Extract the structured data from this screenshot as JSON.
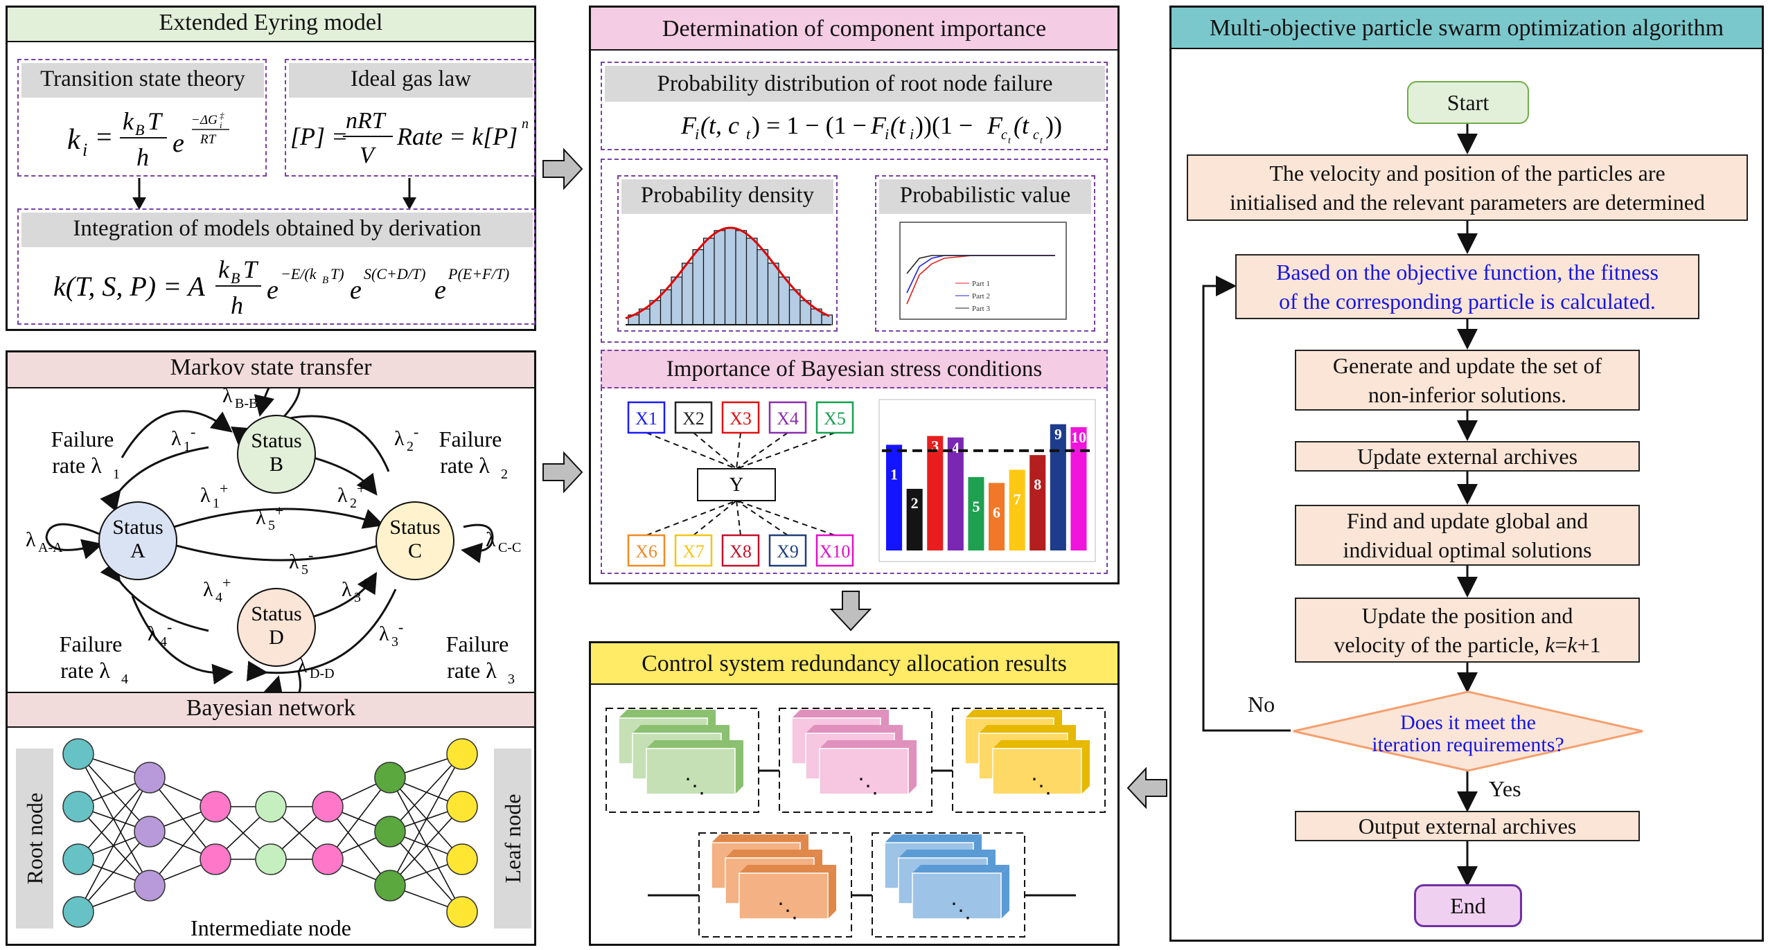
{
  "eyring": {
    "title": "Extended Eyring model",
    "transition_label": "Transition state theory",
    "ideal_gas_label": "Ideal gas law",
    "integration_label": "Integration of models obtained by derivation",
    "formula_k": "k",
    "formula_i": "i",
    "formula_frac_top": "k",
    "formula_frac_top_sub": "B",
    "formula_frac_top_T": "T",
    "formula_frac_bottom": "h",
    "formula_exp_e": "e",
    "formula_exp": "ΔG",
    "formula_exp_den": "RT",
    "gas_P": "[P] =",
    "gas_num": "nRT",
    "gas_den": "V",
    "gas_rate": "Rate = k[P]",
    "gas_n": "n",
    "integ_left": "k(T, S, P) = A",
    "integ_e1": "−E/(k",
    "integ_e1b": "B",
    "integ_e1c": "T)",
    "integ_e2": "S(C+D/T)",
    "integ_e3": "P(E+F/T)"
  },
  "markov": {
    "title": "Markov state transfer",
    "status_a": [
      "Status",
      "A"
    ],
    "status_b": [
      "Status",
      "B"
    ],
    "status_c": [
      "Status",
      "C"
    ],
    "status_d": [
      "Status",
      "D"
    ],
    "failure_rate_1": [
      "Failure",
      "rate λ"
    ],
    "failure_rate_2": [
      "Failure",
      "rate λ"
    ],
    "failure_rate_3": [
      "Failure",
      "rate λ"
    ],
    "failure_rate_4": [
      "Failure",
      "rate λ"
    ],
    "sub1": "1",
    "sub2": "2",
    "sub3": "3",
    "sub4": "4",
    "sub5": "5",
    "lam": "λ",
    "bb": "B-B",
    "aa": "A-A",
    "cc": "C-C",
    "dd": "D-D",
    "plus": "+",
    "minus": "-"
  },
  "bayesian_net": {
    "title": "Bayesian network",
    "root_node": "Root node",
    "leaf_node": "Leaf node",
    "intermediate_node": "Intermediate node"
  },
  "importance": {
    "title": "Determination of component importance",
    "prob_dist_label": "Probability distribution of root node failure",
    "formula": "F",
    "prob_density": "Probability density",
    "prob_value": "Probabilistic value",
    "legend": [
      "Part 1",
      "Part 2",
      "Part 3"
    ],
    "bayes_stress": "Importance of Bayesian stress conditions",
    "x_top": [
      "X1",
      "X2",
      "X3",
      "X4",
      "X5"
    ],
    "x_bottom": [
      "X6",
      "X7",
      "X8",
      "X9",
      "X10"
    ],
    "x_top_colors": [
      "#1a1aff",
      "#222222",
      "#e01010",
      "#8a2bb0",
      "#14a050"
    ],
    "x_bottom_colors": [
      "#f08a24",
      "#f5c518",
      "#c0102a",
      "#1f3f7a",
      "#e010c8"
    ],
    "y_label": "Y"
  },
  "chart_data": {
    "type": "bar",
    "categories": [
      "1",
      "2",
      "3",
      "4",
      "5",
      "6",
      "7",
      "8",
      "9",
      "10"
    ],
    "values": [
      0.72,
      0.42,
      0.78,
      0.77,
      0.5,
      0.46,
      0.55,
      0.65,
      0.86,
      0.84
    ],
    "threshold": 0.68,
    "colors": [
      "#1414ff",
      "#141414",
      "#e81e1e",
      "#7a28b4",
      "#1ea050",
      "#f07828",
      "#ffc814",
      "#b41e1e",
      "#1e3c8c",
      "#f014dc"
    ]
  },
  "redundancy": {
    "title": "Control system redundancy allocation results",
    "dots": "⋱"
  },
  "mopso": {
    "title": "Multi-objective particle swarm optimization algorithm",
    "start": "Start",
    "step1": [
      "The velocity and position of the particles are",
      "initialised and the relevant parameters are determined"
    ],
    "step2": [
      "Based on the objective function, the fitness",
      "of the corresponding particle is calculated."
    ],
    "step3": [
      "Generate and update the set of",
      "non-inferior solutions."
    ],
    "step4": "Update external archives",
    "step5": [
      "Find and update global and",
      "individual optimal solutions"
    ],
    "step6_a": "Update the position and",
    "step6_b": "velocity of the particle, ",
    "step6_k": "k",
    "step6_eq": "=",
    "step6_k2": "k",
    "step6_plus": "+1",
    "decision": [
      "Does it meet the",
      "iteration requirements?"
    ],
    "no": "No",
    "yes": "Yes",
    "output": "Output external archives",
    "end": "End"
  }
}
